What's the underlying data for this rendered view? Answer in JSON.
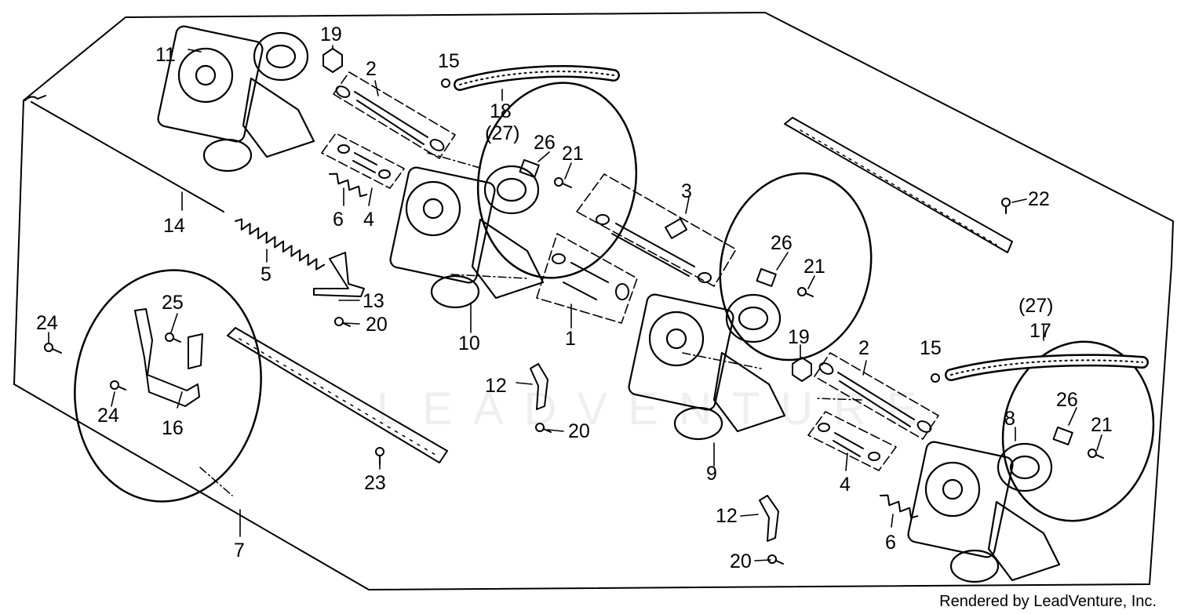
{
  "watermark": "LEADVENTURE",
  "credit": "Rendered by LeadVenture, Inc.",
  "callouts": {
    "c1": "1",
    "c2a": "2",
    "c2b": "2",
    "c3": "3",
    "c4a": "4",
    "c4b": "4",
    "c5": "5",
    "c6a": "6",
    "c6b": "6",
    "c7": "7",
    "c8": "8",
    "c9": "9",
    "c10": "10",
    "c11": "11",
    "c12a": "12",
    "c12b": "12",
    "c13": "13",
    "c14": "14",
    "c15a": "15",
    "c15b": "15",
    "c16": "16",
    "c17": "17",
    "c18": "18",
    "c19a": "19",
    "c19b": "19",
    "c20a": "20",
    "c20b": "20",
    "c20c": "20",
    "c21a": "21",
    "c21b": "21",
    "c21c": "21",
    "c22": "22",
    "c23": "23",
    "c24a": "24",
    "c24b": "24",
    "c25": "25",
    "c26a": "26",
    "c26b": "26",
    "c26c": "26",
    "c27a": "(27)",
    "c27b": "(27)"
  }
}
